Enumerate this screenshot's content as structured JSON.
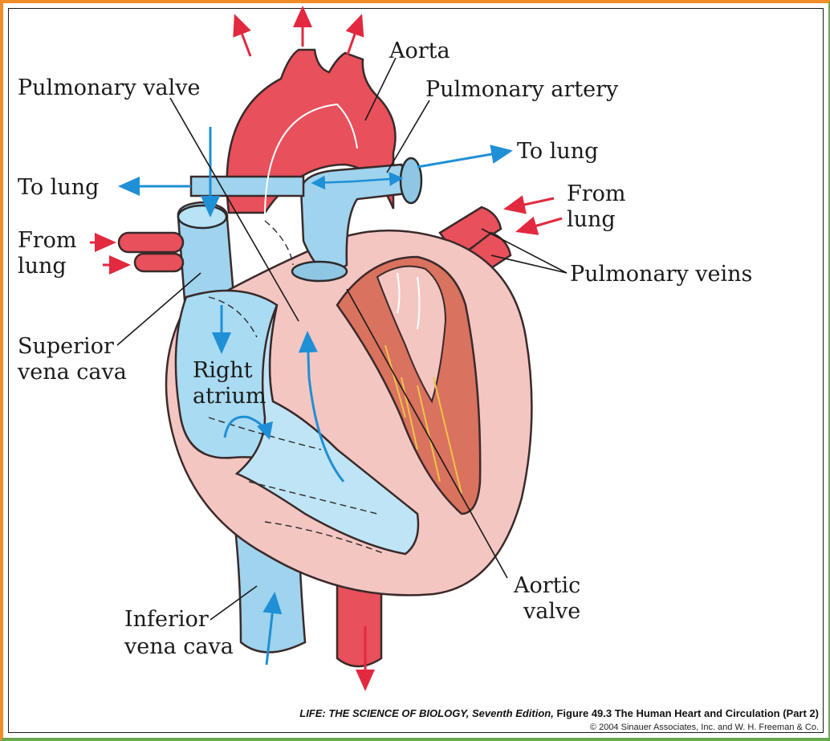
{
  "colors": {
    "oxygenated": "#e8505b",
    "deoxygenated": "#9fd3ee",
    "muscle": "#f4c6c2",
    "blue_arrow": "#1f8fd6",
    "red_arrow": "#e2293f",
    "frame_top": "#f28c28",
    "frame_bottom": "#6aa84f"
  },
  "labels": {
    "aorta": "Aorta",
    "pulmonary_valve": "Pulmonary valve",
    "pulmonary_artery": "Pulmonary artery",
    "to_lung_left": "To lung",
    "to_lung_right": "To lung",
    "from_lung_left_1": "From",
    "from_lung_left_2": "lung",
    "from_lung_right_1": "From",
    "from_lung_right_2": "lung",
    "pulmonary_veins": "Pulmonary veins",
    "superior_vena_cava_1": "Superior",
    "superior_vena_cava_2": "vena cava",
    "right_atrium_1": "Right",
    "right_atrium_2": "atrium",
    "aortic_valve_1": "Aortic",
    "aortic_valve_2": "valve",
    "inferior_vena_cava_1": "Inferior",
    "inferior_vena_cava_2": "vena cava"
  },
  "caption": {
    "book": "LIFE: THE SCIENCE OF BIOLOGY, Seventh Edition,",
    "figure": "Figure 49.3 The Human Heart and Circulation (Part 2)",
    "copyright": "© 2004 Sinauer Associates, Inc. and W. H. Freeman & Co."
  }
}
